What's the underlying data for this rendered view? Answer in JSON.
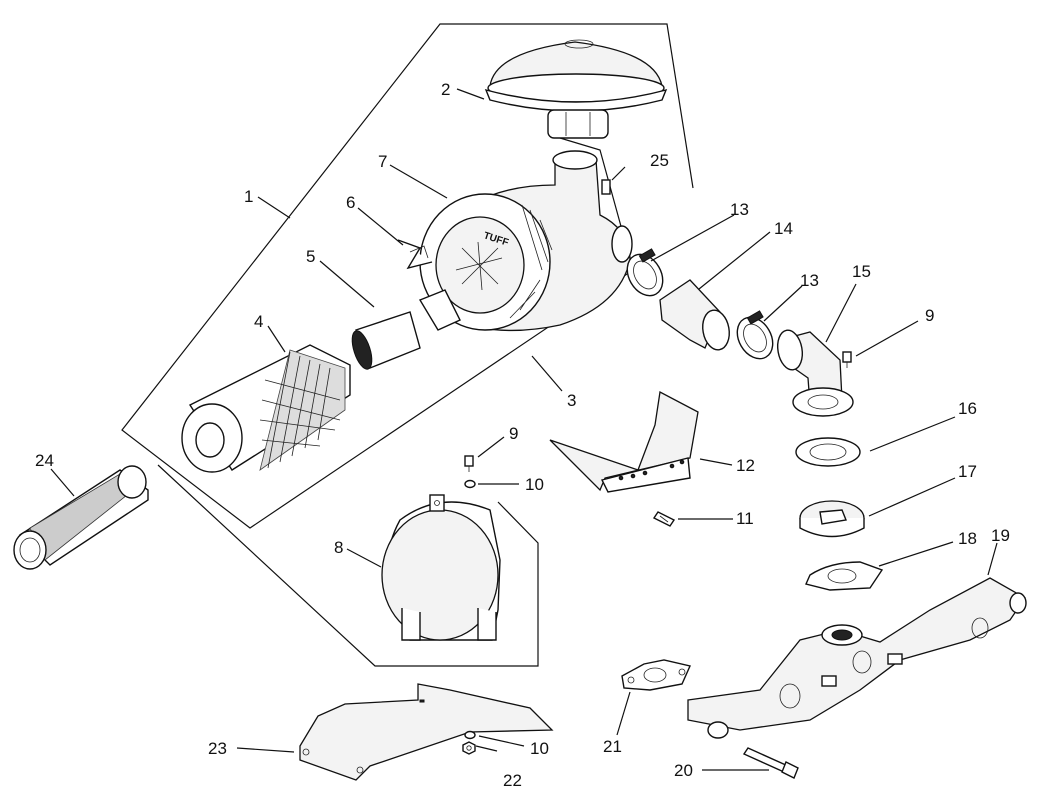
{
  "diagram": {
    "callouts": [
      "1",
      "2",
      "3",
      "4",
      "5",
      "6",
      "7",
      "8",
      "9",
      "9",
      "10",
      "10",
      "11",
      "12",
      "13",
      "13",
      "14",
      "15",
      "16",
      "17",
      "18",
      "19",
      "20",
      "21",
      "22",
      "23",
      "24",
      "25"
    ],
    "cleaner_logo": "TUFF"
  }
}
